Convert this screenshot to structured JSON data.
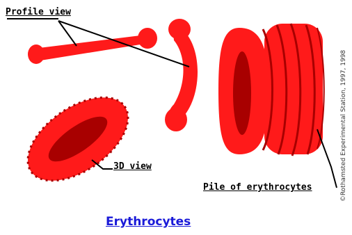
{
  "labels": {
    "profile_view": "Profile view",
    "three_d_view": "3D view",
    "pile": "Pile of erythrocytes"
  },
  "title": "Erythrocytes",
  "credit": "©Rothamsted Experimental Station, 1997, 1998",
  "colors": {
    "cell": "#ff1a1a",
    "cell_center": "#a80000",
    "outline": "#000000",
    "title": "#1a1ad8"
  }
}
